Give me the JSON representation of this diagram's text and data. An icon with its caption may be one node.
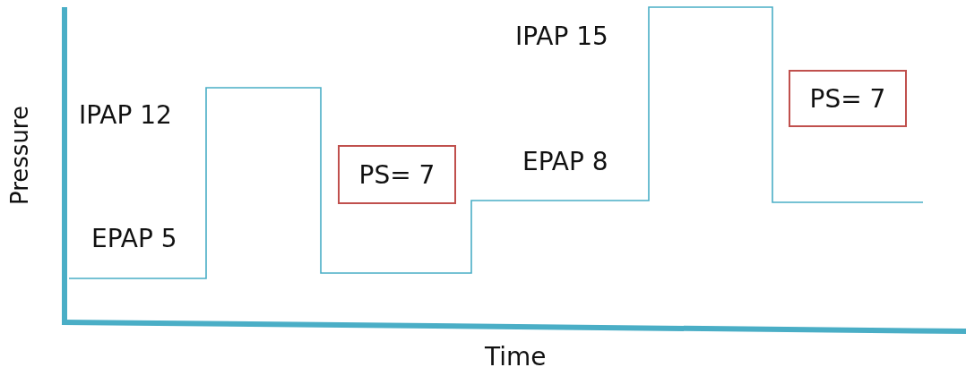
{
  "diagram": {
    "nodes": [
      {
        "text": [
          "PS= 7"
        ]
      },
      {
        "text": [
          "PS= 7"
        ]
      }
    ],
    "labels": [
      "IPAP 15",
      "IPAP 12",
      "EPAP 8",
      "EPAP 5",
      "Pressure",
      "Time"
    ]
  }
}
